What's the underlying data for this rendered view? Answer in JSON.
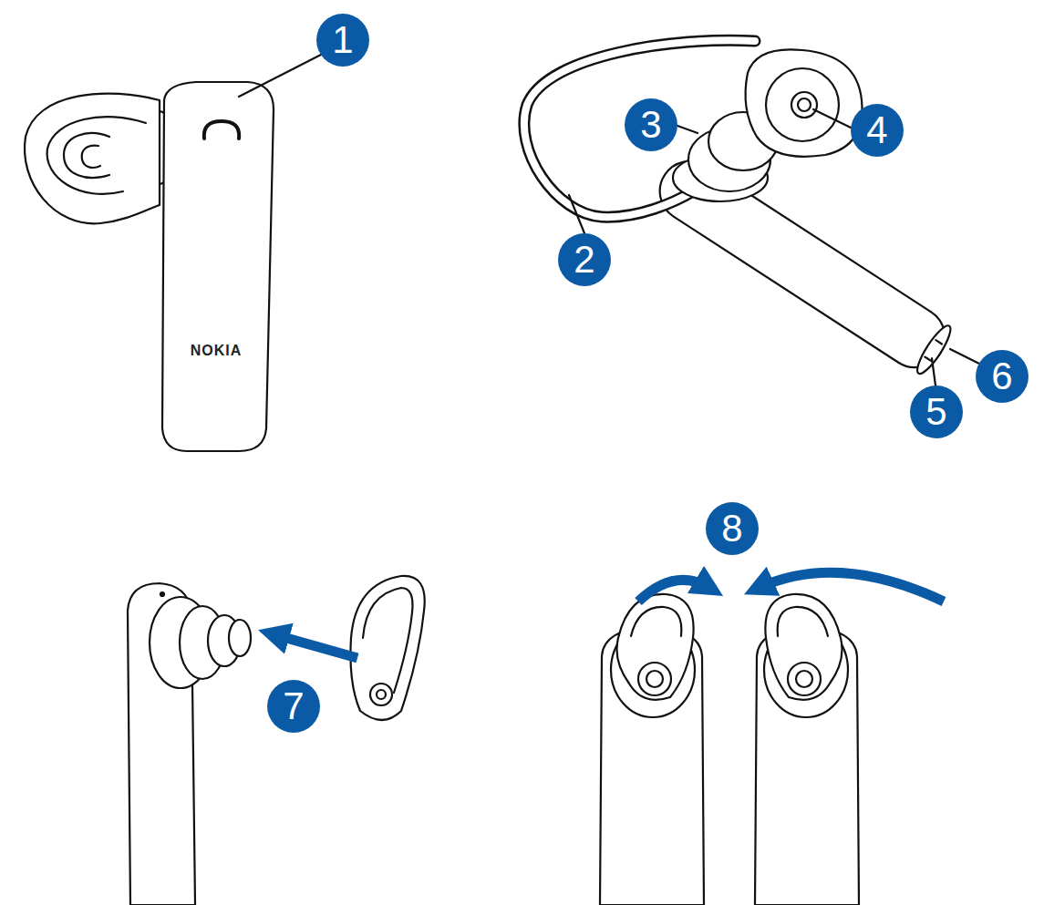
{
  "diagram": {
    "labels": [
      "1",
      "2",
      "3",
      "4",
      "5",
      "6",
      "7",
      "8",
      "NOKIA"
    ]
  }
}
